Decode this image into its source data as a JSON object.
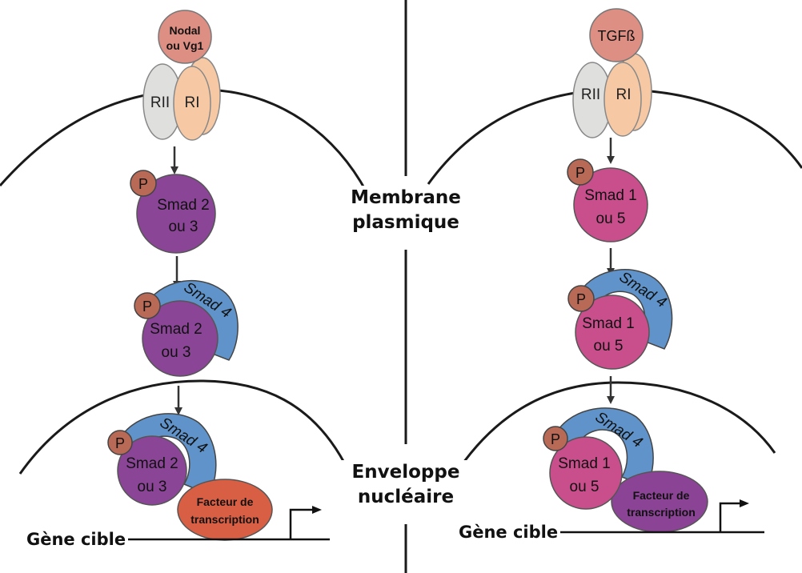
{
  "colors": {
    "ligand": "#dd8f84",
    "receptor_ii": "#dfe0de",
    "receptor_i": "#f6c9a4",
    "smad23": "#8a4596",
    "smad15": "#c94f8c",
    "smad4": "#5f93c9",
    "phosphate": "#b86a56",
    "tf_left": "#d95f44",
    "tf_right": "#8b4495",
    "line": "#1a1a1a"
  },
  "labels": {
    "membrane_line1": "Membrane",
    "membrane_line2": "plasmique",
    "envelope_line1": "Enveloppe",
    "envelope_line2": "nucléaire"
  },
  "left": {
    "ligand_line1": "Nodal",
    "ligand_line2": "ou Vg1",
    "receptor_ii": "RII",
    "receptor_i": "RI",
    "phosphate": "P",
    "smad_line1": "Smad 2",
    "smad_line2": "ou 3",
    "smad4": "Smad 4",
    "tf_line1": "Facteur de",
    "tf_line2": "transcription",
    "gene": "Gène cible"
  },
  "right": {
    "ligand": "TGFß",
    "receptor_ii": "RII",
    "receptor_i": "RI",
    "phosphate": "P",
    "smad_line1": "Smad 1",
    "smad_line2": "ou 5",
    "smad4": "Smad 4",
    "tf_line1": "Facteur de",
    "tf_line2": "transcription",
    "gene": "Gène cible"
  }
}
